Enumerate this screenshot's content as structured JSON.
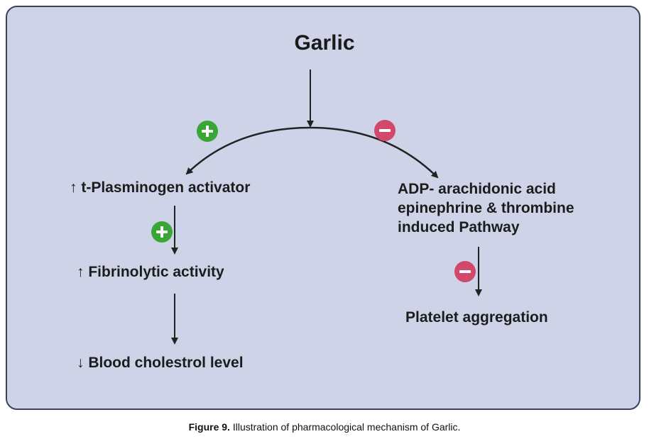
{
  "diagram": {
    "title": "Garlic",
    "left_branch": {
      "effect1": "↑ t-Plasminogen activator",
      "effect2": "↑ Fibrinolytic activity",
      "effect3": "↓ Blood cholestrol level"
    },
    "right_branch": {
      "pathway_lines": [
        "ADP- arachidonic acid",
        "epinephrine & thrombine",
        "induced Pathway"
      ],
      "outcome": "Platelet aggregation"
    },
    "signs": [
      "plus",
      "minus",
      "plus",
      "minus"
    ],
    "colors": {
      "background": "#cfd3e8",
      "border": "#39415f",
      "plus": "#3aa636",
      "minus": "#d2486a"
    }
  },
  "caption": {
    "label": "Figure 9.",
    "text": " Illustration of pharmacological mechanism of Garlic."
  }
}
